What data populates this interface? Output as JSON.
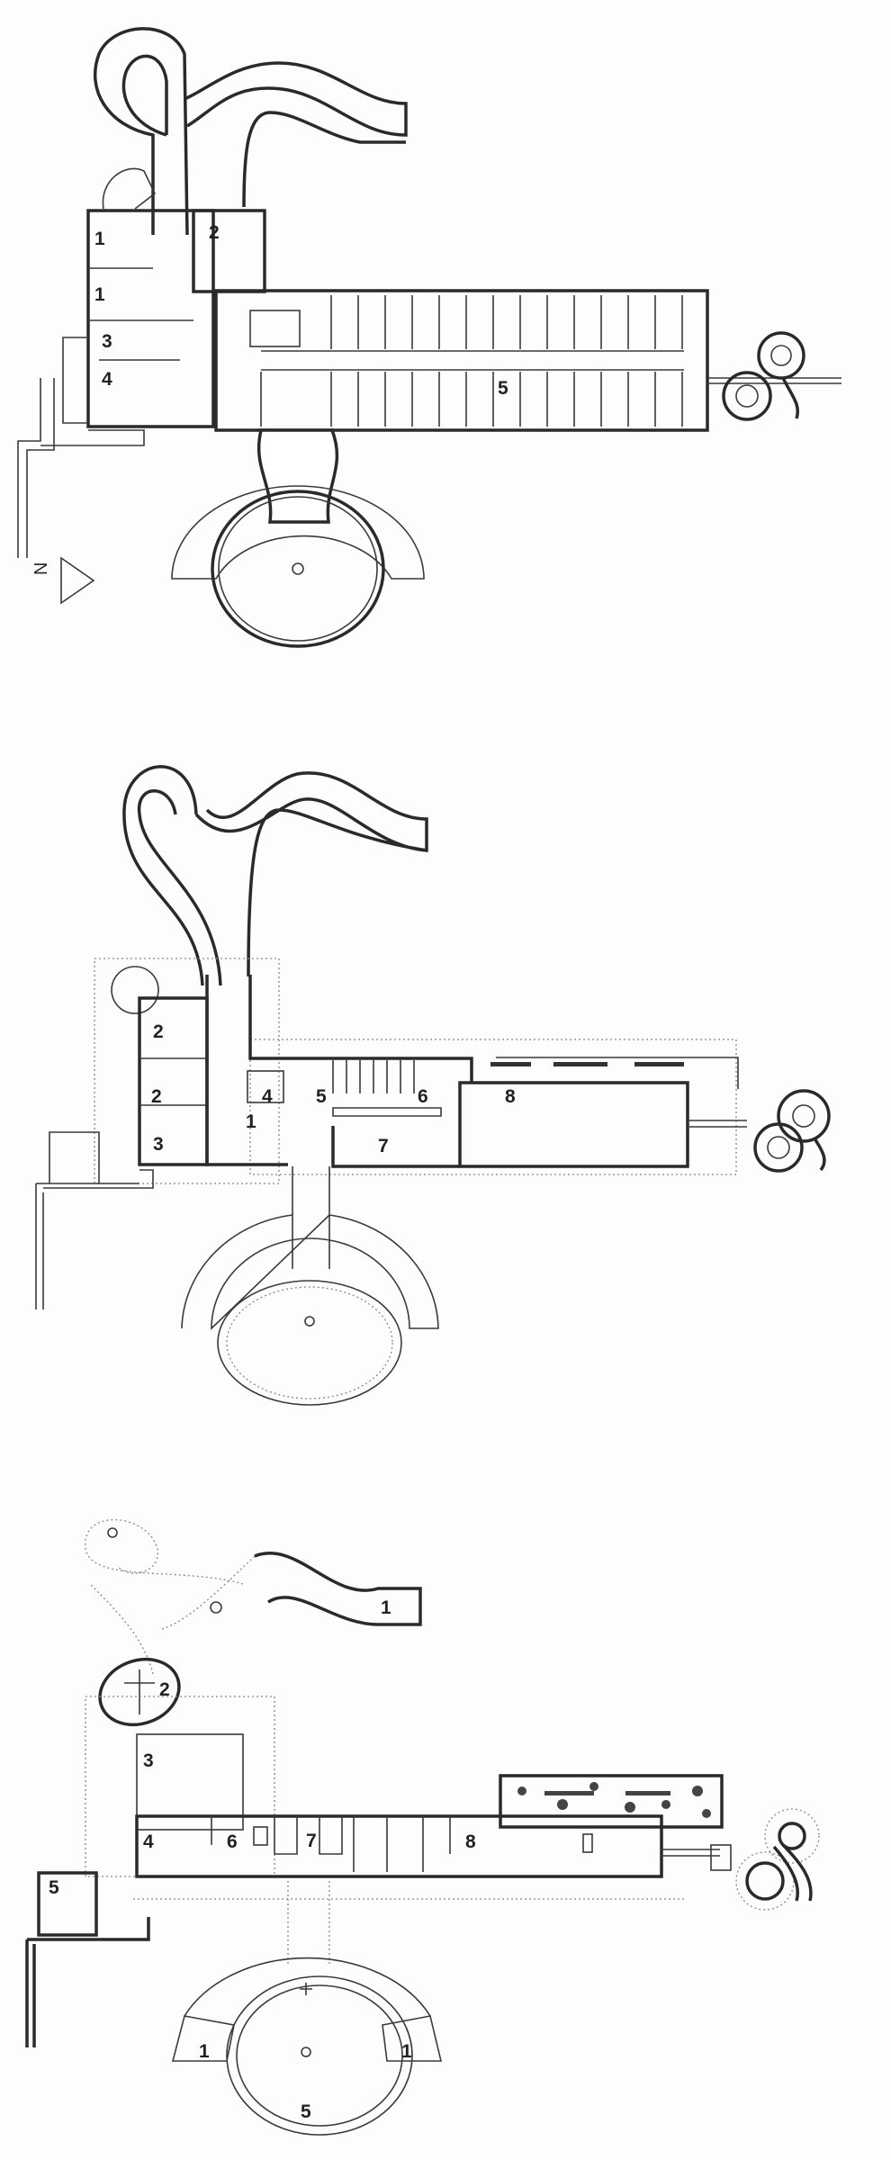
{
  "plan_upper": {
    "labels": [
      "1",
      "1",
      "2",
      "3",
      "4",
      "5"
    ],
    "north": "N"
  },
  "plan_middle": {
    "labels": [
      "1",
      "2",
      "2",
      "3",
      "4",
      "5",
      "6",
      "7",
      "8"
    ]
  },
  "plan_lower": {
    "labels": [
      "1",
      "2",
      "3",
      "4",
      "5",
      "6",
      "7",
      "8",
      "1",
      "1",
      "5"
    ]
  },
  "colors": {
    "ink": "#2a2a2a",
    "paper": "#fdfdfb"
  }
}
